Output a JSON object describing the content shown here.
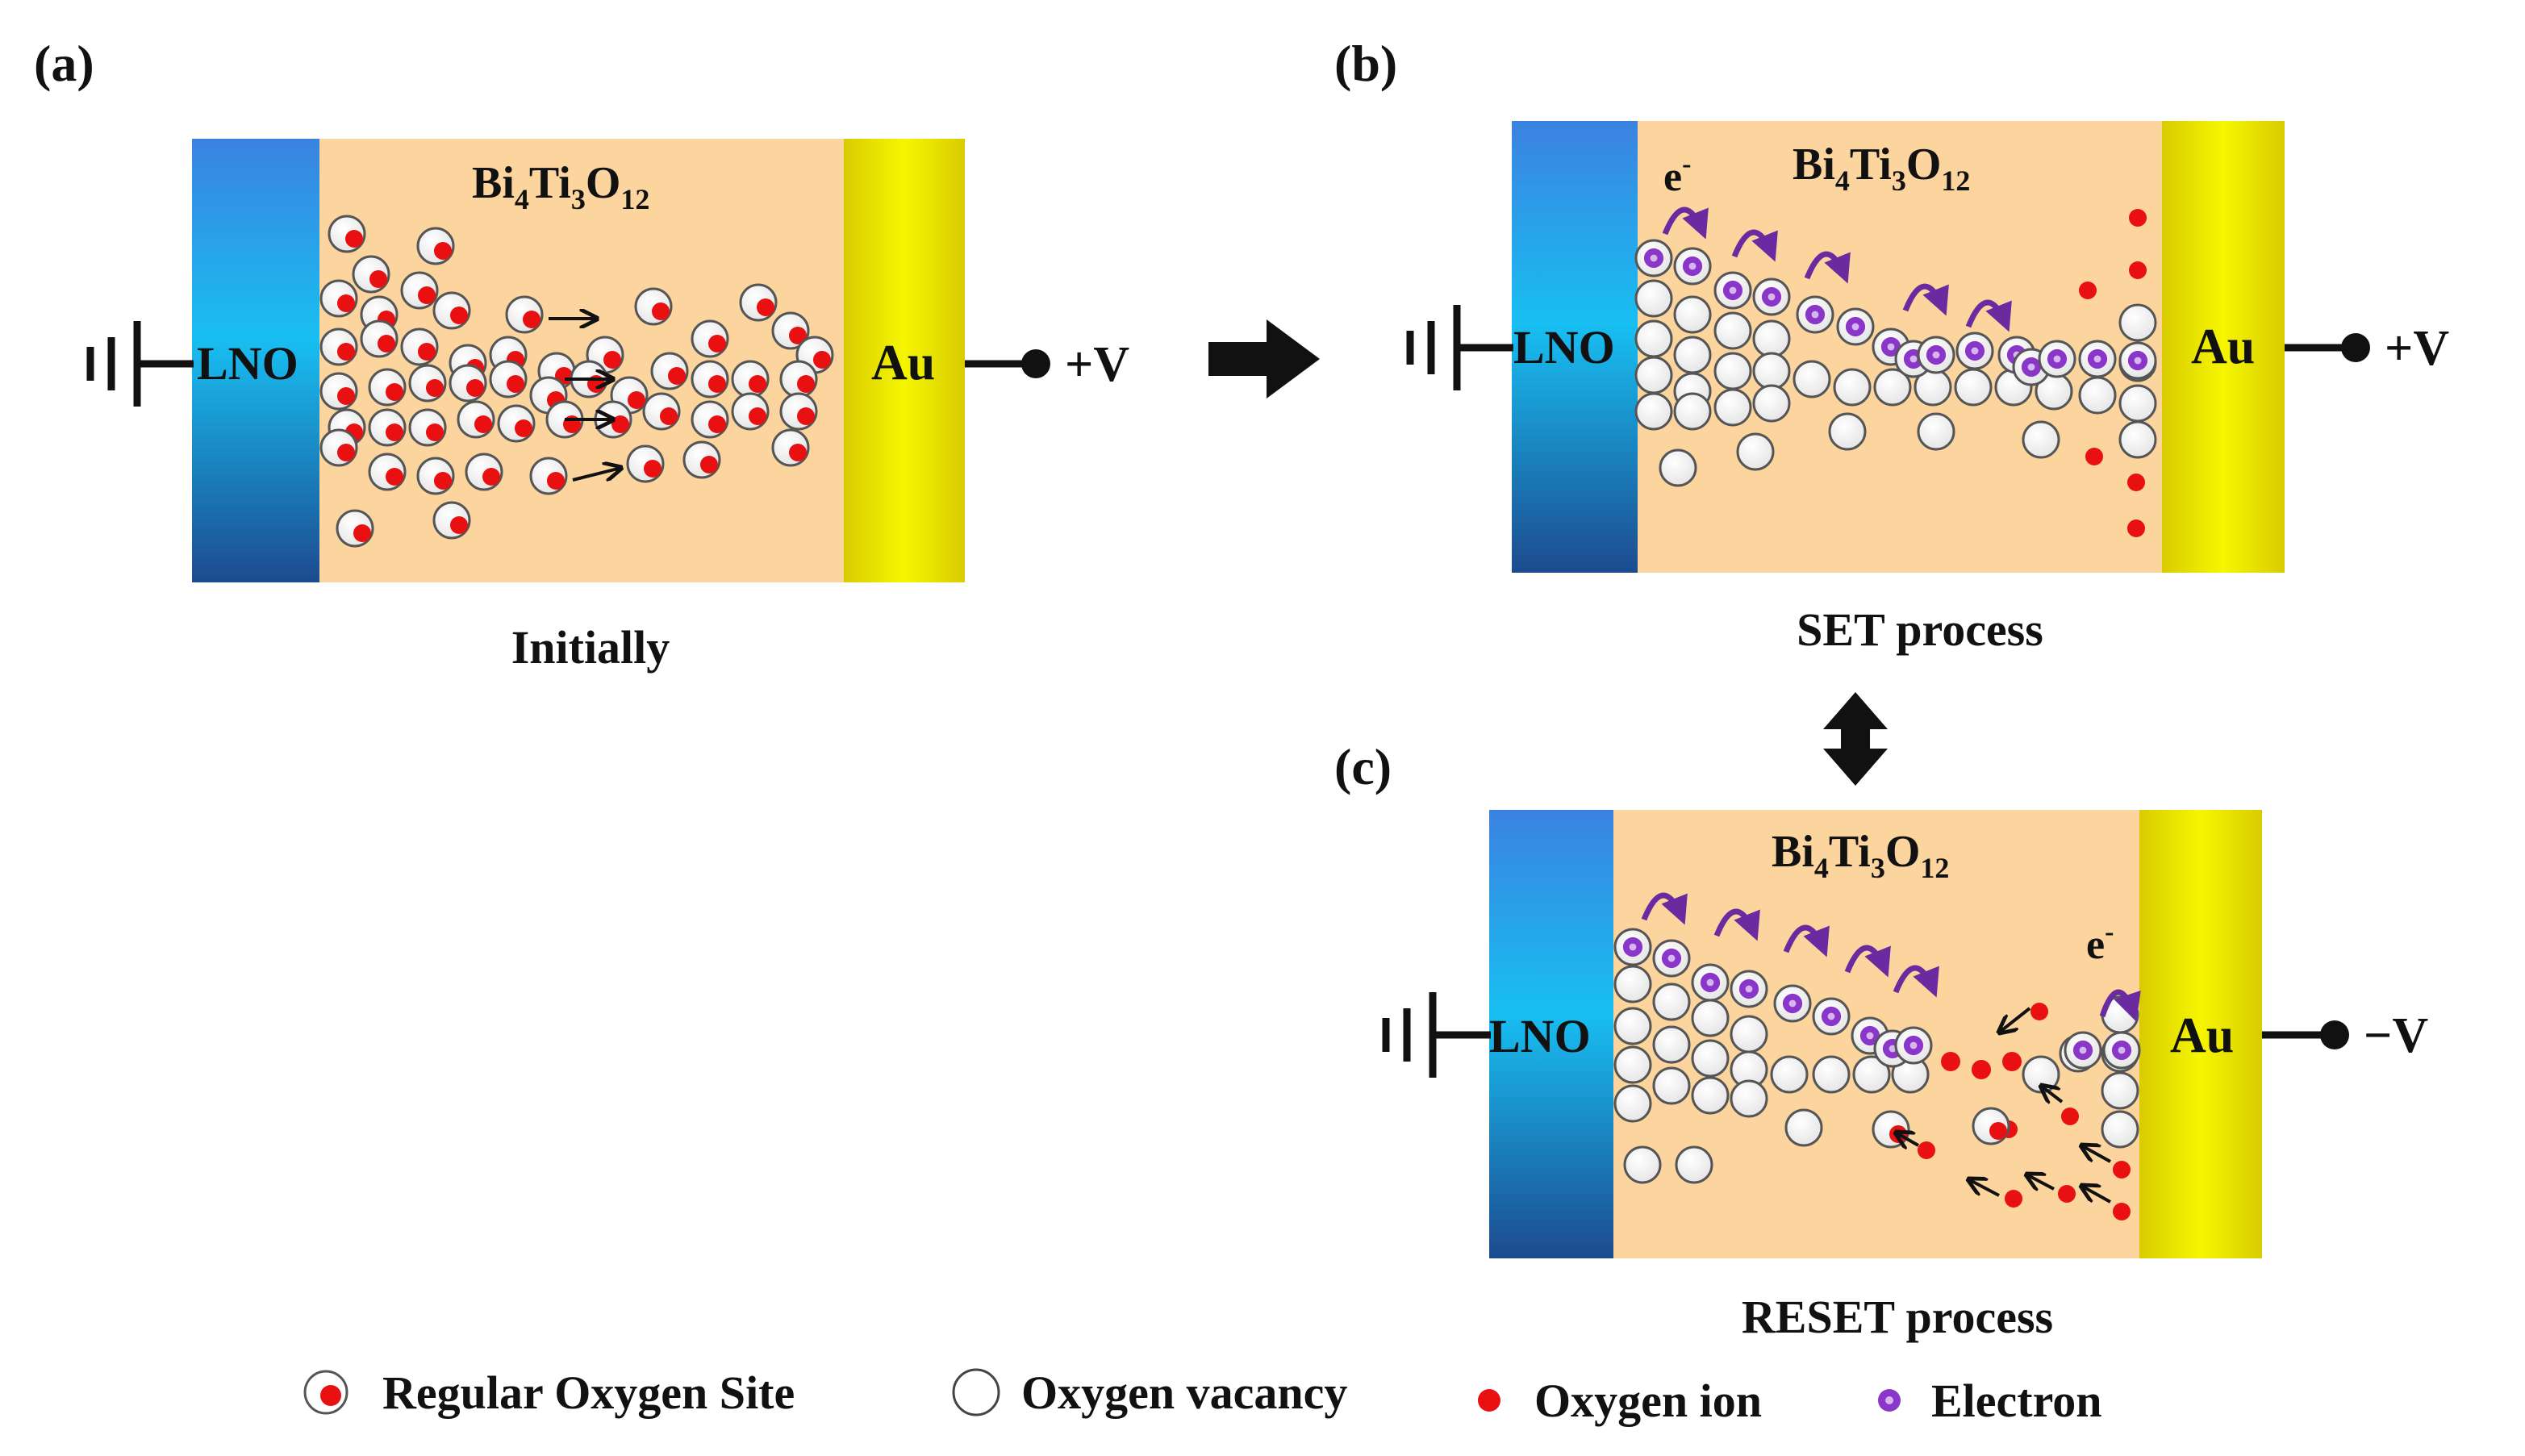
{
  "panels": {
    "a": {
      "tag": "(a)",
      "material": {
        "main": "Bi",
        "s1": "4",
        "m2": "Ti",
        "s2": "3",
        "m3": "O",
        "s3": "12"
      },
      "left_electrode": "LNO",
      "right_electrode": "Au",
      "voltage": "+V",
      "caption": "Initially"
    },
    "b": {
      "tag": "(b)",
      "material": {
        "main": "Bi",
        "s1": "4",
        "m2": "Ti",
        "s2": "3",
        "m3": "O",
        "s3": "12"
      },
      "left_electrode": "LNO",
      "right_electrode": "Au",
      "voltage": "+V",
      "electron_label": "e",
      "electron_sup": "-",
      "caption": "SET process"
    },
    "c": {
      "tag": "(c)",
      "material": {
        "main": "Bi",
        "s1": "4",
        "m2": "Ti",
        "s2": "3",
        "m3": "O",
        "s3": "12"
      },
      "left_electrode": "LNO",
      "right_electrode": "Au",
      "voltage": "−V",
      "electron_label": "e",
      "electron_sup": "-",
      "caption": "RESET process"
    }
  },
  "legend": [
    {
      "key": "regular",
      "label": "Regular Oxygen Site"
    },
    {
      "key": "vacancy",
      "label": "Oxygen vacancy"
    },
    {
      "key": "ion",
      "label": "Oxygen ion"
    },
    {
      "key": "electron",
      "label": "Electron"
    }
  ],
  "colors": {
    "film": "#fbd49e",
    "lno_top": "#3a8ee6",
    "lno_mid": "#19b8f0",
    "lno_bottom": "#1d4f92",
    "au": "#f0f000",
    "au_edge": "#c9b800",
    "oxygen_ion": "#e81010",
    "electron": "#8a36c9",
    "hop_arrow": "#6a2aa0"
  }
}
